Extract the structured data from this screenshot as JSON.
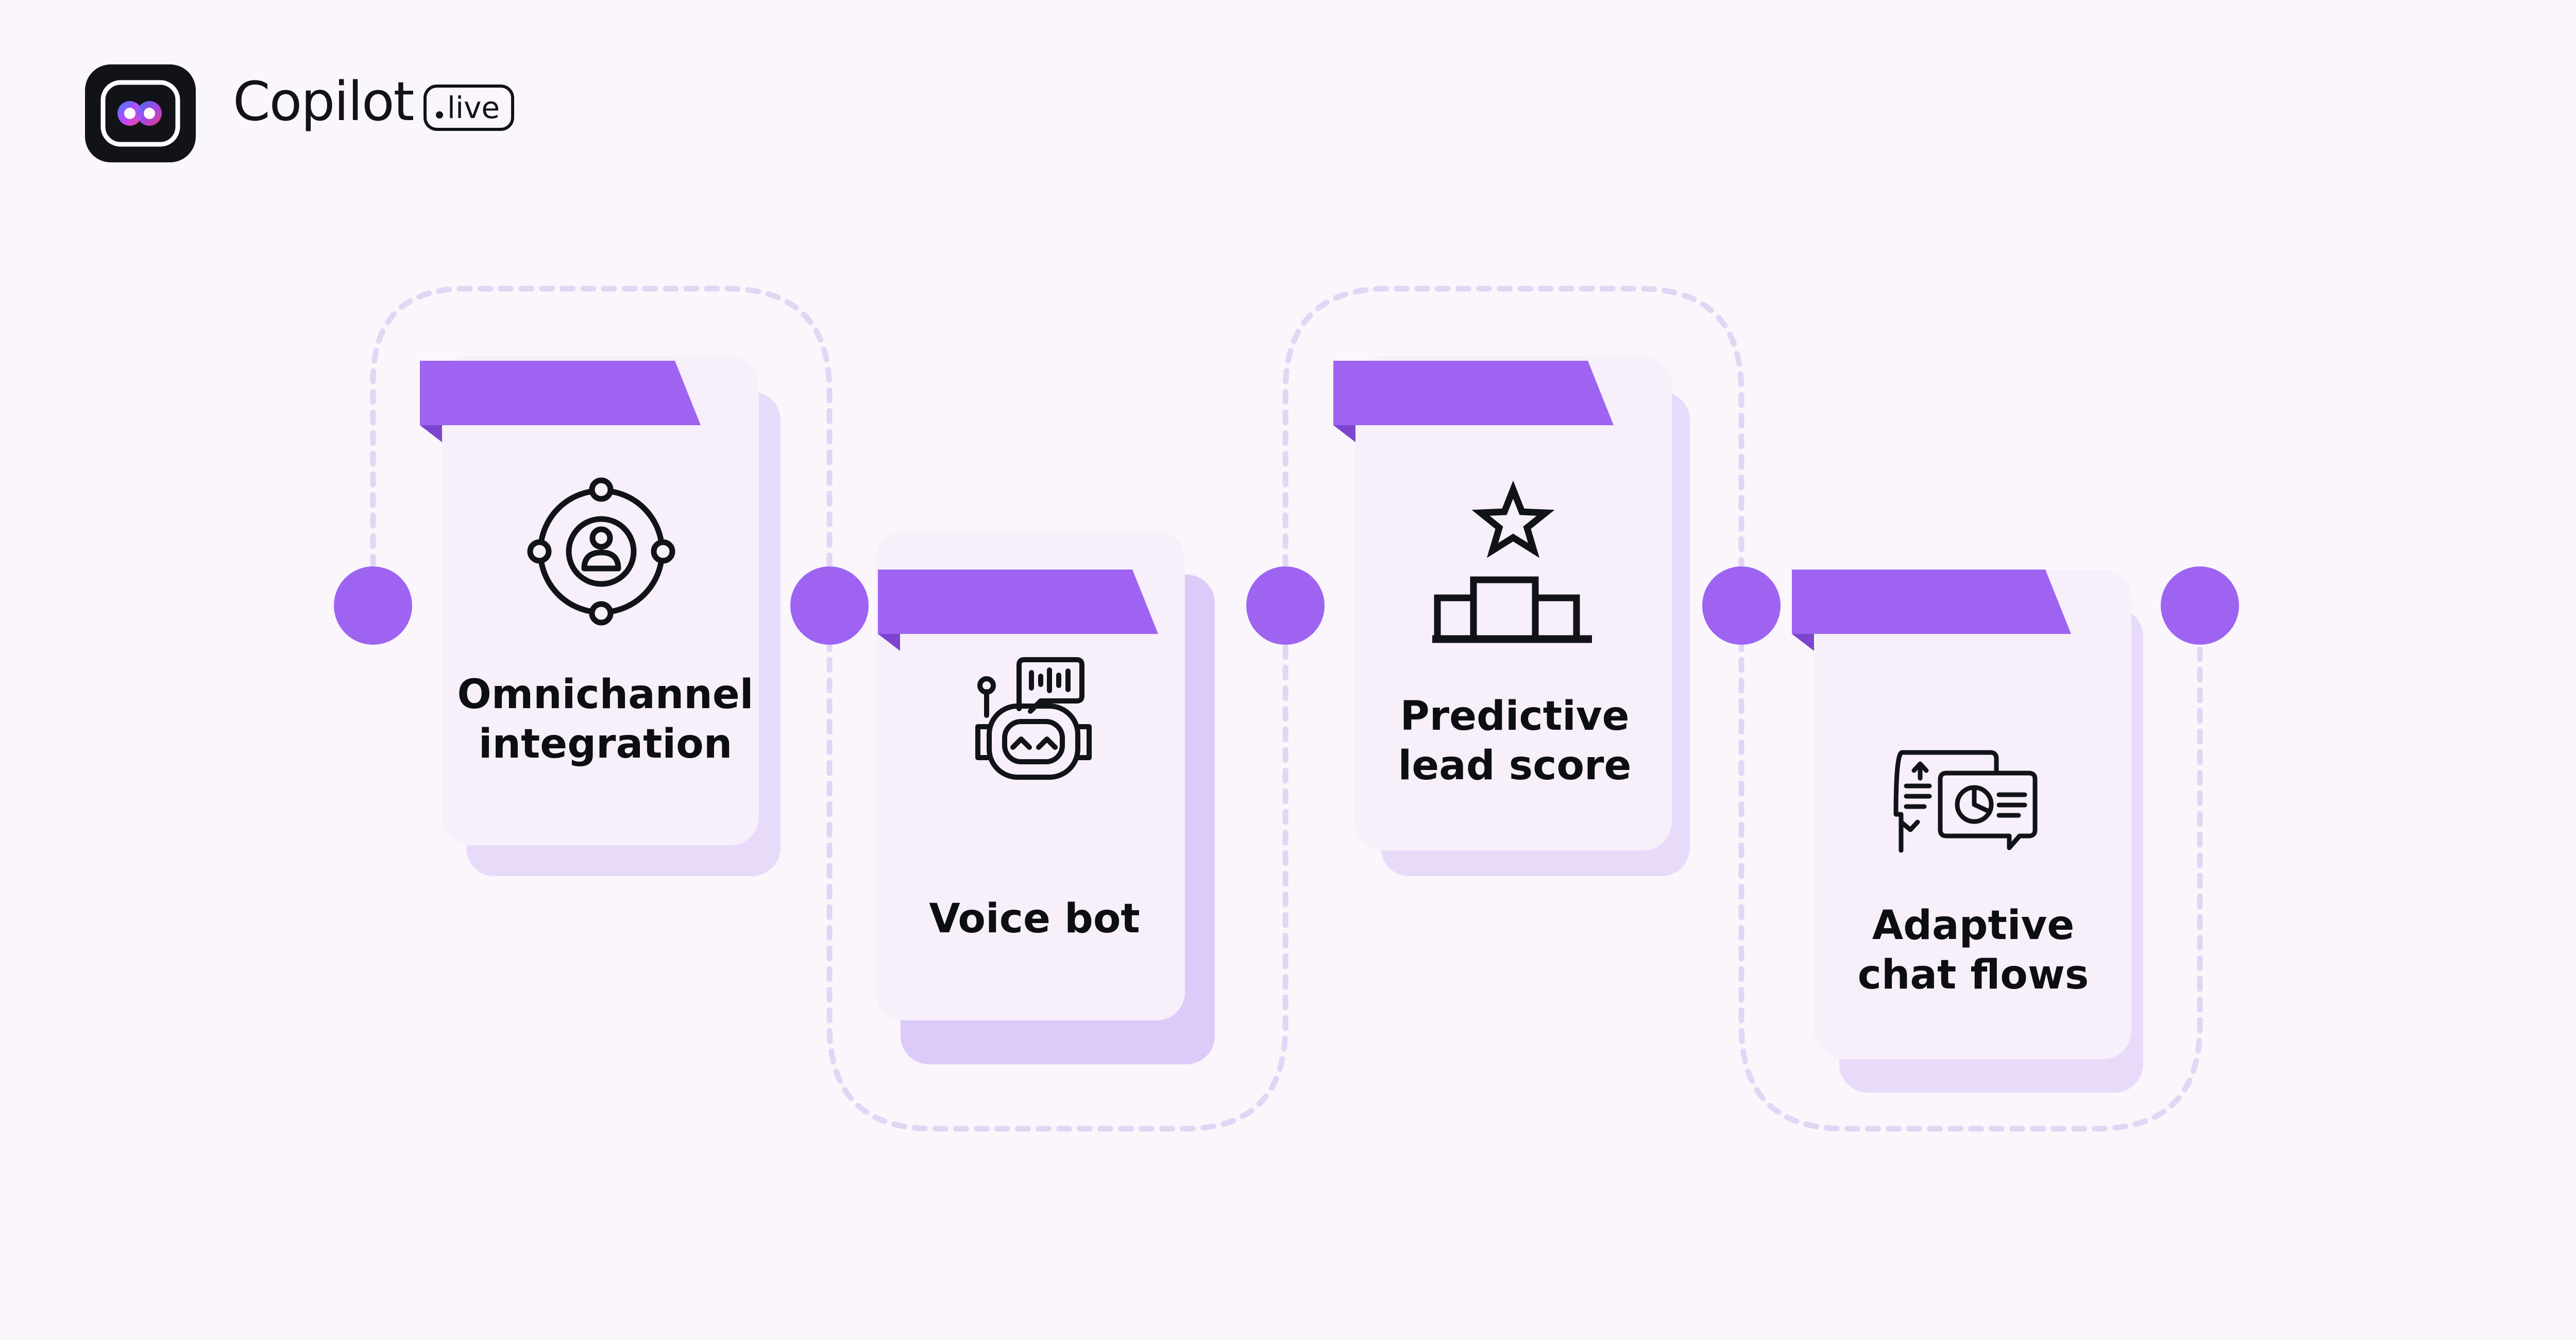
{
  "brand": {
    "name": "Copilot",
    "badge": "live",
    "logo_icon": "copilot-logo-icon"
  },
  "colors": {
    "background": "#faf6fc",
    "accent": "#9e64f1",
    "card": "#f7f0fb",
    "shadow": "#dccaf8",
    "dashed": "#e3d6f4",
    "icon_stroke": "#111318"
  },
  "steps": [
    {
      "title_lines": [
        "Omnichannel",
        "integration"
      ],
      "icon": "omnichannel-icon"
    },
    {
      "title_lines": [
        "Voice bot"
      ],
      "icon": "robot-icon"
    },
    {
      "title_lines": [
        "Predictive",
        "lead score"
      ],
      "icon": "podium-star-icon"
    },
    {
      "title_lines": [
        "Adaptive",
        "chat flows"
      ],
      "icon": "chat-chart-icon"
    }
  ]
}
